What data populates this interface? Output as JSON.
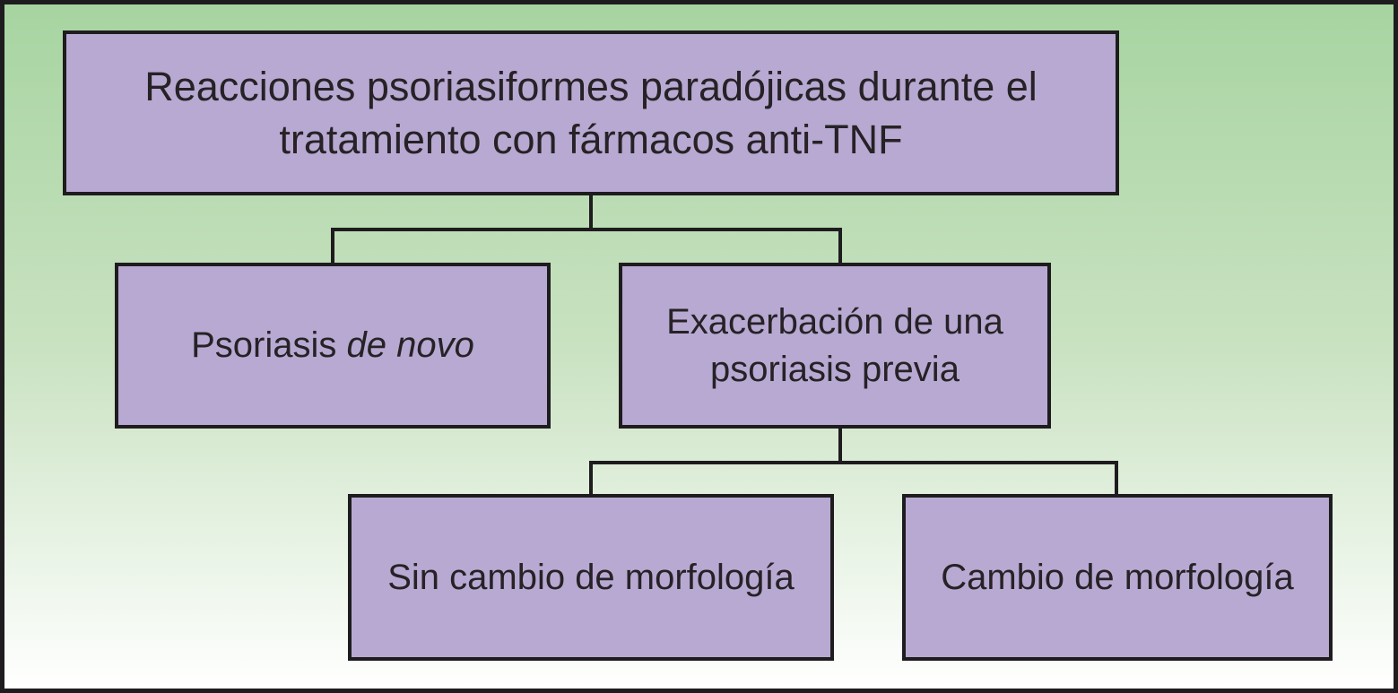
{
  "diagram": {
    "type": "flowchart",
    "language": "es",
    "root": {
      "label": "Reacciones psoriasiformes paradójicas durante el tratamiento con fármacos anti-TNF"
    },
    "children": [
      {
        "label": "Psoriasis",
        "label_italic": "de novo"
      },
      {
        "label": "Exacerbación de una psoriasis previa"
      }
    ],
    "grandchildren_of_child2": [
      {
        "label": "Sin cambio de morfología"
      },
      {
        "label": "Cambio de morfología"
      }
    ],
    "colors": {
      "node_fill": "#b8a9d2",
      "node_border": "#1e1c1e",
      "connector": "#1e1c1e",
      "text": "#262226",
      "background_gradient_top": "#a7d4a1",
      "background_gradient_middle": "#c9e2c1",
      "background_gradient_bottom": "#ffffff"
    }
  }
}
